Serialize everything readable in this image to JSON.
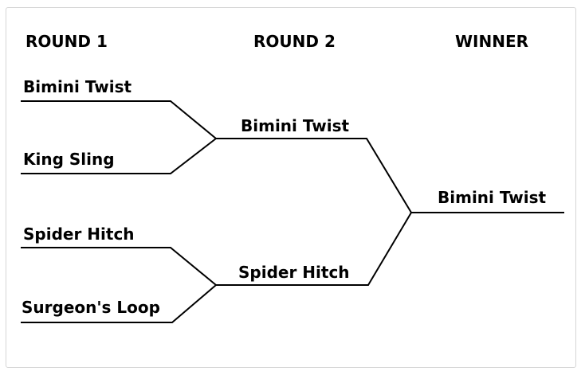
{
  "headers": {
    "round1": "ROUND 1",
    "round2": "ROUND 2",
    "winner": "WINNER"
  },
  "round1": [
    {
      "name": "Bimini Twist"
    },
    {
      "name": "King Sling"
    },
    {
      "name": "Spider Hitch"
    },
    {
      "name": "Surgeon's Loop"
    }
  ],
  "round2": [
    {
      "name": "Bimini Twist"
    },
    {
      "name": "Spider Hitch"
    }
  ],
  "winner": {
    "name": "Bimini Twist"
  },
  "colors": {
    "line": "#000000",
    "text": "#000000",
    "border": "#d5d5d5",
    "background": "#ffffff"
  }
}
